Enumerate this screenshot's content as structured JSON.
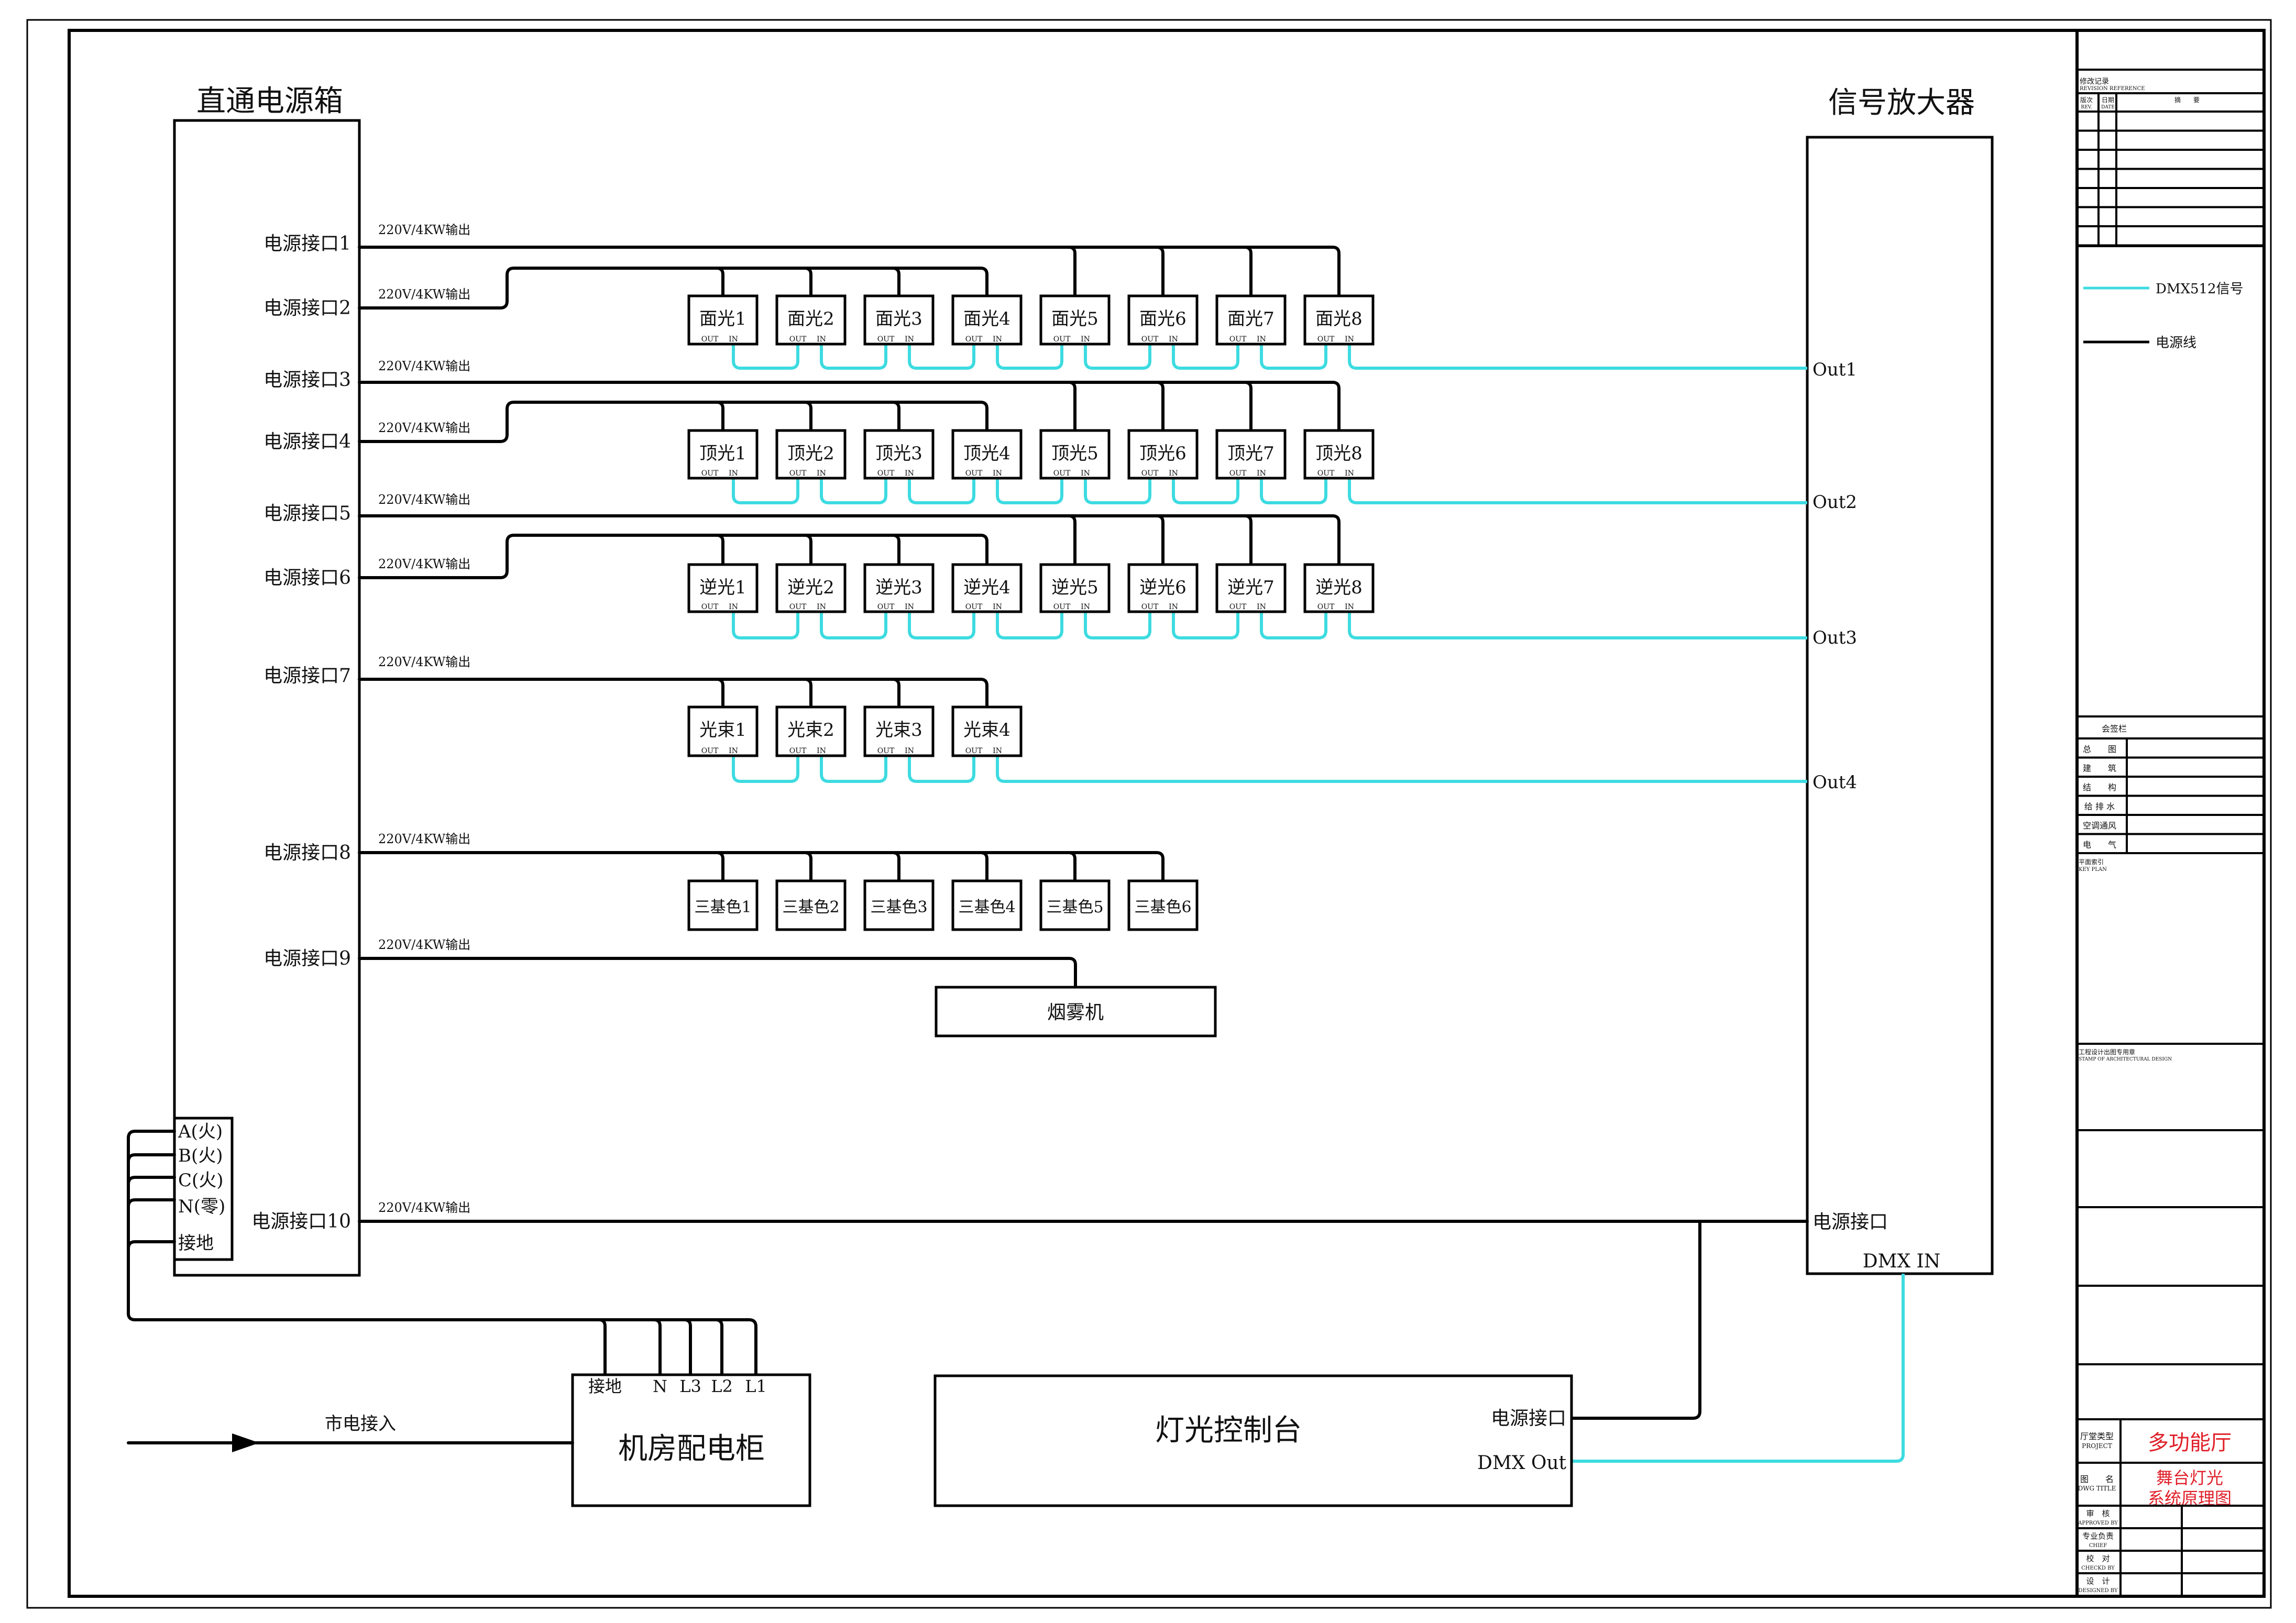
{
  "power_box": {
    "title": "直通电源箱",
    "ports": [
      {
        "label": "电源接口1",
        "output": "220V/4KW输出"
      },
      {
        "label": "电源接口2",
        "output": "220V/4KW输出"
      },
      {
        "label": "电源接口3",
        "output": "220V/4KW输出"
      },
      {
        "label": "电源接口4",
        "output": "220V/4KW输出"
      },
      {
        "label": "电源接口5",
        "output": "220V/4KW输出"
      },
      {
        "label": "电源接口6",
        "output": "220V/4KW输出"
      },
      {
        "label": "电源接口7",
        "output": "220V/4KW输出"
      },
      {
        "label": "电源接口8",
        "output": "220V/4KW输出"
      },
      {
        "label": "电源接口9",
        "output": "220V/4KW输出"
      },
      {
        "label": "电源接口10",
        "output": "220V/4KW输出"
      }
    ],
    "terminals": [
      "A(火)",
      "B(火)",
      "C(火)",
      "N(零)",
      "接地"
    ]
  },
  "amplifier": {
    "title": "信号放大器",
    "outputs": [
      "Out1",
      "Out2",
      "Out3",
      "Out4"
    ],
    "power_port": "电源接口",
    "dmx_in": "DMX IN"
  },
  "fixture_groups": [
    {
      "name": "面光",
      "items": [
        "面光1",
        "面光2",
        "面光3",
        "面光4",
        "面光5",
        "面光6",
        "面光7",
        "面光8"
      ],
      "out_label": "OUT",
      "in_label": "IN"
    },
    {
      "name": "顶光",
      "items": [
        "顶光1",
        "顶光2",
        "顶光3",
        "顶光4",
        "顶光5",
        "顶光6",
        "顶光7",
        "顶光8"
      ],
      "out_label": "OUT",
      "in_label": "IN"
    },
    {
      "name": "逆光",
      "items": [
        "逆光1",
        "逆光2",
        "逆光3",
        "逆光4",
        "逆光5",
        "逆光6",
        "逆光7",
        "逆光8"
      ],
      "out_label": "OUT",
      "in_label": "IN"
    },
    {
      "name": "光束",
      "items": [
        "光束1",
        "光束2",
        "光束3",
        "光束4"
      ],
      "out_label": "OUT",
      "in_label": "IN"
    }
  ],
  "rgb_fixtures": [
    "三基色1",
    "三基色2",
    "三基色3",
    "三基色4",
    "三基色5",
    "三基色6"
  ],
  "fog_machine": "烟雾机",
  "distribution_cabinet": {
    "title": "机房配电柜",
    "terminals": [
      "接地",
      "N",
      "L3",
      "L2",
      "L1"
    ],
    "mains_label": "市电接入"
  },
  "console": {
    "title": "灯光控制台",
    "power_port": "电源接口",
    "dmx_out": "DMX Out"
  },
  "legend": {
    "items": [
      {
        "label": "DMX512信号",
        "color": "#3ddbe0"
      },
      {
        "label": "电源线",
        "color": "#000000"
      }
    ]
  },
  "title_block": {
    "revision": {
      "title": "修改记录",
      "title_en": "REVISION REFERENCE",
      "col_rev": "版次",
      "col_rev_en": "REV.",
      "col_date": "日期",
      "col_date_en": "DATE",
      "col_summary": "摘　　要"
    },
    "countersign": {
      "title": "会签栏",
      "rows": [
        "总　　图",
        "建　　筑",
        "结　　构",
        "给 排 水",
        "空调通风",
        "电　　气"
      ]
    },
    "key_plan": {
      "title": "平面索引",
      "title_en": "KEY PLAN"
    },
    "stamp": {
      "title": "工程设计出图专用章",
      "title_en": "STAMP OF ARCHITECTURAL DESIGN"
    },
    "project_label": "厅堂类型",
    "project_label_en": "PROJECT",
    "project_value": "多功能厅",
    "dwg_label": "图　　名",
    "dwg_label_en": "DWG TITLE",
    "dwg_value_line1": "舞台灯光",
    "dwg_value_line2": "系统原理图",
    "signoffs": [
      {
        "cn": "审　核",
        "en": "APPROVED BY"
      },
      {
        "cn": "专业负责",
        "en": "CHIEF"
      },
      {
        "cn": "校　对",
        "en": "CHECKD BY"
      },
      {
        "cn": "设　计",
        "en": "DESIGNED BY"
      }
    ]
  },
  "colors": {
    "signal": "#3ddbe0",
    "power": "#000000",
    "title_red": "#e0202a"
  }
}
